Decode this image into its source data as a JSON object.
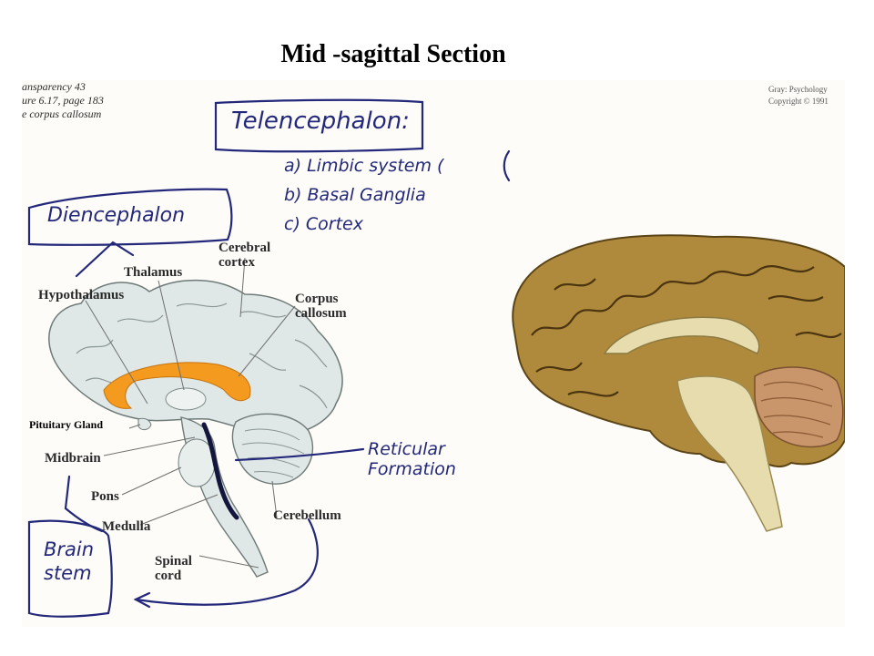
{
  "title": "Mid -sagittal Section",
  "header_left": [
    "ansparency 43",
    "ure 6.17, page 183",
    "e corpus callosum"
  ],
  "header_right": [
    "Gray: Psychology",
    "Copyright © 1991"
  ],
  "handwritten": {
    "telencephalon": "Telencephalon:",
    "telen_items": [
      "a) Limbic system (",
      "b) Basal Ganglia",
      "c) Cortex"
    ],
    "diencephalon": "Diencephalon",
    "reticular": [
      "Reticular",
      "Formation"
    ],
    "brain_stem": [
      "Brain",
      "stem"
    ]
  },
  "labels": {
    "cerebral_cortex": [
      "Cerebral",
      "cortex"
    ],
    "thalamus": "Thalamus",
    "hypothalamus": "Hypothalamus",
    "corpus_callosum": [
      "Corpus",
      "callosum"
    ],
    "pituitary_gland": "Pituitary Gland",
    "midbrain": "Midbrain",
    "pons": "Pons",
    "medulla": "Medulla",
    "cerebellum": "Cerebellum",
    "spinal_cord": [
      "Spinal",
      "cord"
    ]
  },
  "colors": {
    "ink": "#23287a",
    "diagram_fill": "#dfe8e6",
    "corpus_callosum": "#f39a1f",
    "photo_cortex": "#b08a3c",
    "photo_white": "#e6dcae"
  }
}
